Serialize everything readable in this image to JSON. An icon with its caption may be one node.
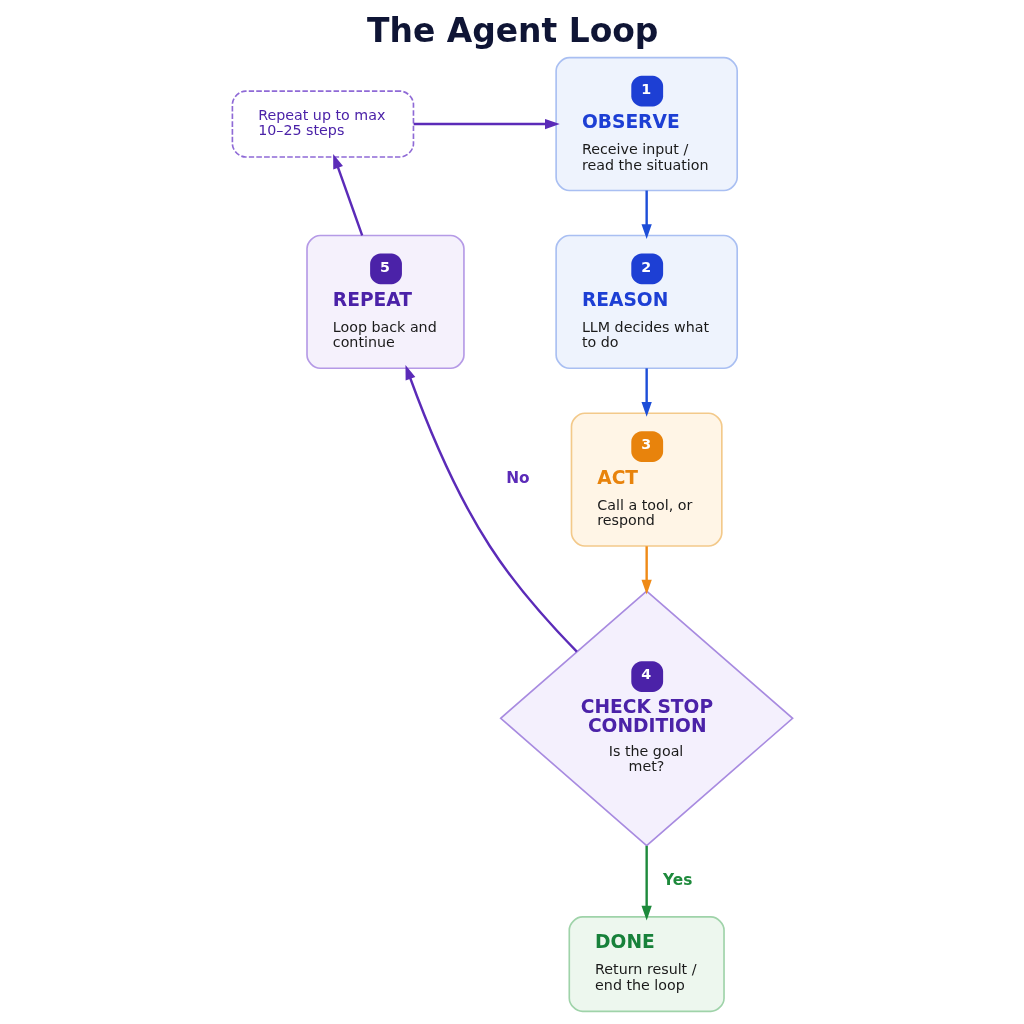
{
  "diagram": {
    "title": "The Agent Loop",
    "nodes": [
      {
        "text": [
          "1",
          "OBSERVE",
          "Receive input / read the situation"
        ]
      },
      {
        "text": [
          "2",
          "REASON",
          "LLM decides what to do"
        ]
      },
      {
        "text": [
          "3",
          "ACT",
          "Call a tool, or respond"
        ]
      },
      {
        "text": [
          "4",
          "CHECK STOP CONDITION",
          "Is the goal met?"
        ]
      },
      {
        "text": [
          "DONE",
          "Return result / end the loop"
        ]
      },
      {
        "text": [
          "5",
          "REPEAT",
          "Loop back and continue"
        ]
      },
      {
        "text": [
          "Repeat up to max 10–25 steps"
        ]
      }
    ],
    "edges": [
      {
        "from": 0,
        "to": 1,
        "arrow": "to",
        "color": "#1d4ed8"
      },
      {
        "from": 1,
        "to": 2,
        "arrow": "to",
        "color": "#1d4ed8"
      },
      {
        "from": 2,
        "to": 3,
        "arrow": "to",
        "color": "#ef8a17"
      },
      {
        "from": 3,
        "to": 4,
        "arrow": "to",
        "label": "Yes",
        "color": "#1e8a3c"
      },
      {
        "from": 3,
        "to": 5,
        "arrow": "to",
        "label": "No"
      },
      {
        "from": 5,
        "to": 6,
        "arrow": "to"
      },
      {
        "from": 6,
        "to": 0,
        "arrow": "to"
      }
    ]
  }
}
